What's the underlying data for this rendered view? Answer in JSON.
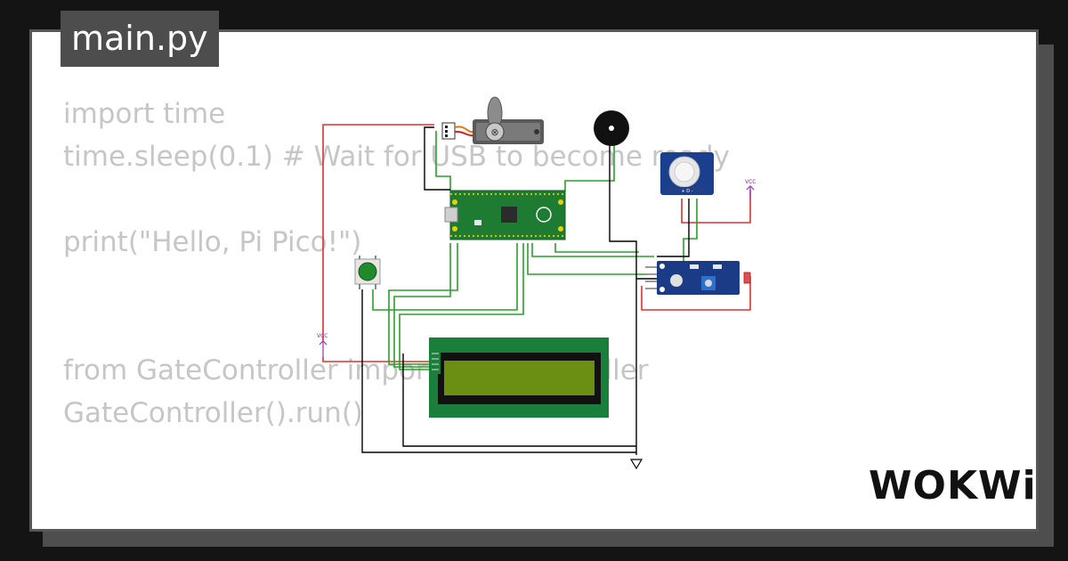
{
  "tab": {
    "filename": "main.py"
  },
  "code": {
    "lines": [
      "import time",
      "time.sleep(0.1) # Wait for USB to become ready",
      "",
      "print(\"Hello, Pi Pico!\")",
      "",
      "",
      "from GateController import GateController",
      "GateController().run()"
    ]
  },
  "circuit": {
    "vcc_label_left": "VCC",
    "vcc_label_right": "VCC",
    "wire_colors": {
      "power": "#e03030",
      "signal": "#2aa02a",
      "ground": "#000000"
    },
    "components": [
      "servo",
      "buzzer",
      "pir-sensor",
      "raspberry-pi-pico",
      "pushbutton",
      "lcd-1602",
      "ldr-sensor-module",
      "resistor"
    ],
    "icons": [
      "ground-icon",
      "vcc-icon"
    ]
  },
  "brand": {
    "logo_text": "WOKWi"
  }
}
